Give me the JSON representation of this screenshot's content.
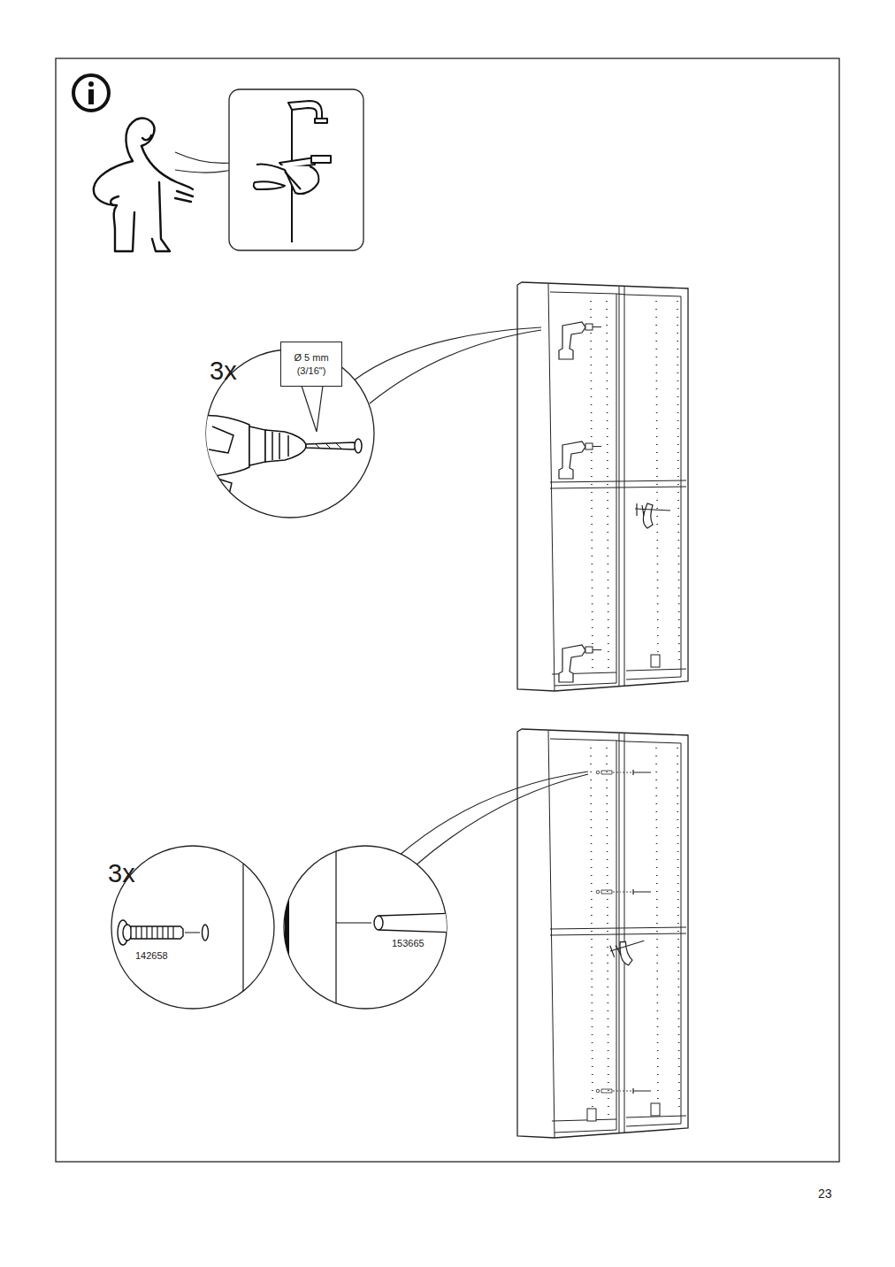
{
  "diagram": {
    "nodes": [
      {
        "text": [
          "Ø 5 mm (3/16\")"
        ]
      }
    ],
    "labels": [
      "3x",
      "3x",
      "142658",
      "153665",
      "23"
    ]
  }
}
